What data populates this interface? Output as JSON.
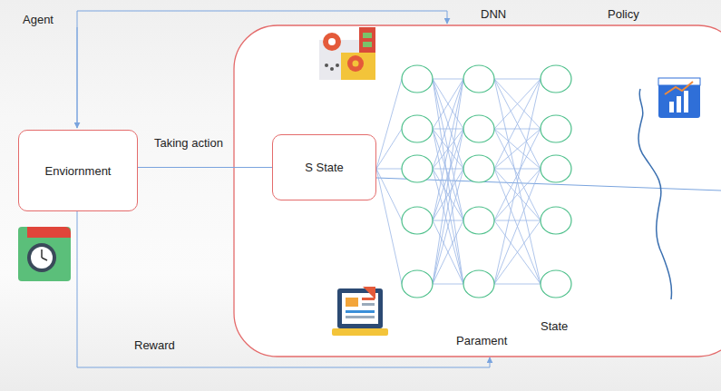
{
  "diagram": {
    "nodes": [
      {
        "text": [
          "Enviornment"
        ]
      },
      {
        "text": [
          "S State"
        ]
      }
    ],
    "edges": [
      {
        "from": 0,
        "to": 1,
        "label": "Taking action",
        "arrow": "none"
      }
    ],
    "labels": [
      "Agent",
      "DNN",
      "Policy",
      "State",
      "Parament",
      "Reward"
    ]
  }
}
